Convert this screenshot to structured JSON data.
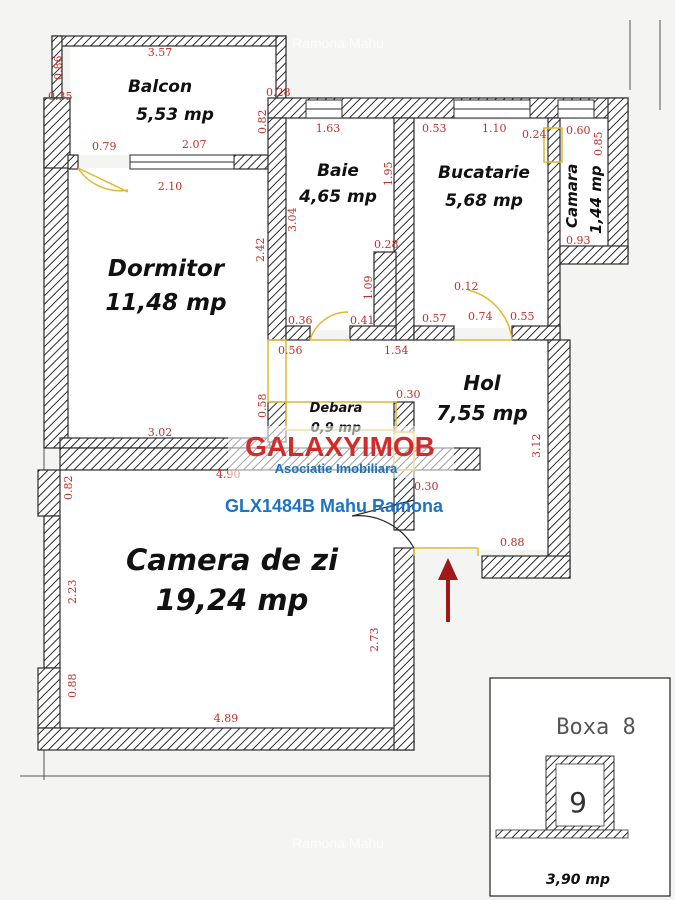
{
  "watermarks": {
    "top": "Ramona Mahu",
    "bottom": "Ramona Mahu"
  },
  "rooms": {
    "balcon": {
      "name": "Balcon",
      "area": "5,53 mp"
    },
    "baie": {
      "name": "Baie",
      "area": "4,65 mp"
    },
    "bucatarie": {
      "name": "Bucatarie",
      "area": "5,68 mp"
    },
    "camara": {
      "name": "Camara",
      "area": "1,44 mp"
    },
    "dormitor": {
      "name": "Dormitor",
      "area": "11,48 mp"
    },
    "hol": {
      "name": "Hol",
      "area": "7,55 mp"
    },
    "debara": {
      "name": "Debara",
      "area": "0,9 mp"
    },
    "camera_de_zi": {
      "name": "Camera de zi",
      "area": "19,24 mp"
    }
  },
  "dimensions": {
    "balcon_top": "3.57",
    "balcon_left_a": "0.86",
    "balcon_left_b": "0.35",
    "balcon_right_a": "0.28",
    "balcon_right_b": "0.82",
    "door_balcon_a": "0.79",
    "window_balcon": "2.07",
    "dormitor_window": "2.10",
    "dormitor_right": "2.42",
    "dormitor_bottom": "3.02",
    "baie_top": "1.63",
    "baie_left": "3.04",
    "baie_right": "1.95",
    "baie_small": "0.28",
    "baie_inner": "1.09",
    "baie_door_l": "0.36",
    "baie_door_r": "0.41",
    "buc_top_l": "0.53",
    "buc_top_w": "1.10",
    "buc_top_r": "0.24",
    "buc_door_top": "0.12",
    "buc_bot_l": "0.57",
    "buc_bot_door": "0.74",
    "buc_bot_r": "0.55",
    "camara_top": "0.60",
    "camara_right": "0.85",
    "camara_bottom": "0.93",
    "hol_a": "0.56",
    "hol_b": "1.54",
    "hol_right": "3.12",
    "hol_bottom": "0.88",
    "debara_l": "0.58",
    "debara_r": "0.30",
    "debara_c": "0.30",
    "cz_top": "4.90",
    "cz_left_a": "0.82",
    "cz_left_b": "2.23",
    "cz_left_c": "0.88",
    "cz_right": "2.73",
    "cz_bottom": "4.89"
  },
  "logo": {
    "brand": "GALAXYIMOB",
    "tagline": "Asociatie Imobiliara"
  },
  "agent_code": "GLX1484B Mahu Ramona",
  "boxa": {
    "title": "Boxa 8",
    "number": "9",
    "area": "3,90 mp"
  },
  "colors": {
    "wall": "#2b2b2b",
    "dimension": "#c0302a",
    "door": "#e0b830",
    "arrow": "#a01818",
    "brand_blue": "#1e6fb8",
    "brand_red": "#d32b2b"
  }
}
